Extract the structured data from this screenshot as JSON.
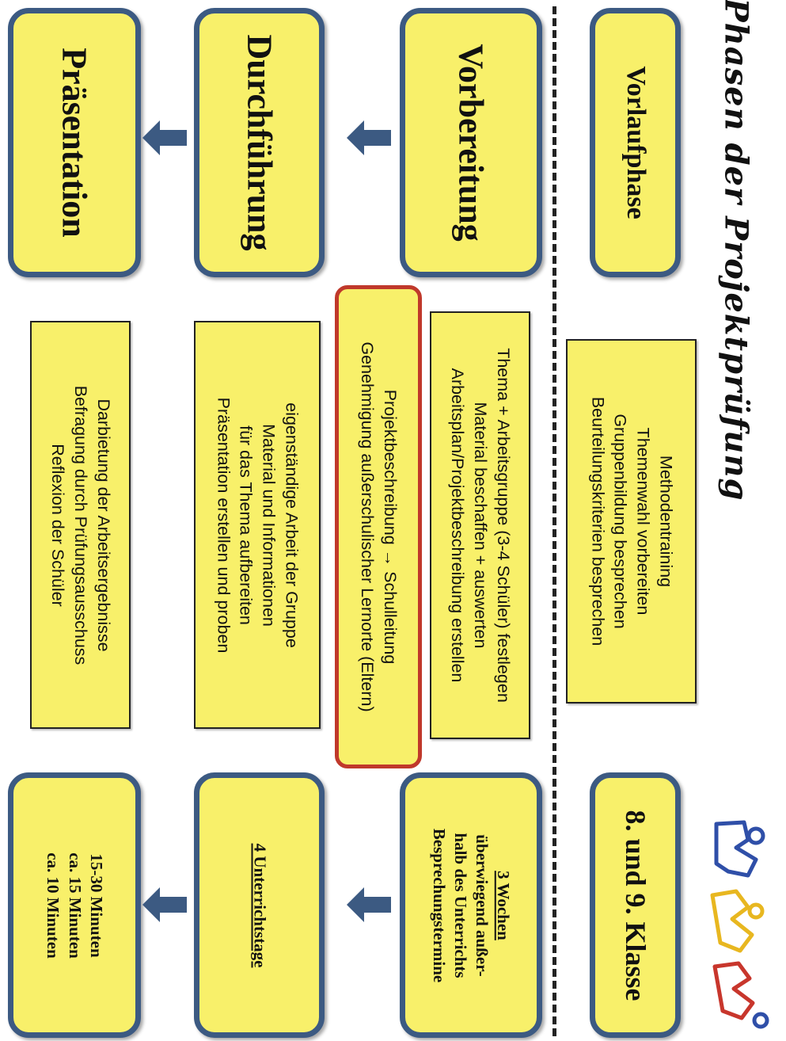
{
  "title": "Phasen der Projektprüfung",
  "left_column": {
    "vorlaufphase": "Vorlaufphase",
    "vorbereitung": "Vorbereitung",
    "durchfuehrung": "Durchführung",
    "praesentation": "Präsentation"
  },
  "details": {
    "vorlauf": [
      "Methodentraining",
      "Themenwahl vorbereiten",
      "Gruppenbildung besprechen",
      "Beurteilungskriterien besprechen"
    ],
    "vorbereitung": [
      "Thema + Arbeitsgruppe (3-4 Schüler) festlegen",
      "Material beschaffen + auswerten",
      "Arbeitsplan/Projektbeschreibung  erstellen"
    ],
    "genehmigung": [
      "Projektbeschreibung → Schulleitung",
      "Genehmigung außerschulischer Lernorte (Eltern)"
    ],
    "durchfuehrung": [
      "eigenständige Arbeit der Gruppe",
      "Material und Informationen",
      "für das Thema aufbereiten",
      "Präsentation erstellen und proben"
    ],
    "praesentation": [
      "Darbietung der Arbeitsergebnisse",
      "Befragung durch Prüfungsausschuss",
      "Reflexion der Schüler"
    ]
  },
  "right_column": {
    "klasse": "8. und 9. Klasse",
    "wochen_title": "3 Wochen",
    "wochen_lines": [
      "überwiegend außer-",
      "halb des Unterrichts",
      "Besprechungstermine"
    ],
    "unterrichtstage": "4 Unterrichtstage",
    "minuten": [
      "15-30 Minuten",
      "ca. 15 Minuten",
      "ca. 10 Minuten"
    ]
  },
  "colors": {
    "box_fill": "#f8f06a",
    "phase_border": "#3c5a82",
    "arrow": "#3c5a82",
    "highlight_border": "#c0392b"
  },
  "icons": [
    "figures-logo-icon"
  ]
}
